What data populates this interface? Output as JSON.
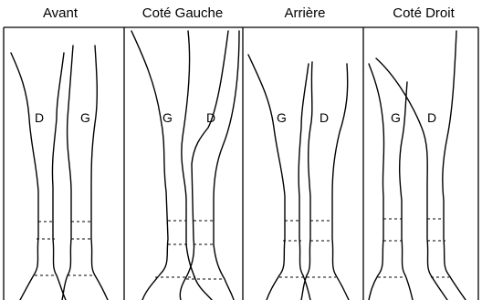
{
  "views": [
    {
      "title": "Avant",
      "left_label": "D",
      "right_label": "G"
    },
    {
      "title": "Coté Gauche",
      "left_label": "G",
      "right_label": "D"
    },
    {
      "title": "Arrière",
      "left_label": "G",
      "right_label": "D"
    },
    {
      "title": "Coté Droit",
      "left_label": "G",
      "right_label": "D"
    }
  ]
}
